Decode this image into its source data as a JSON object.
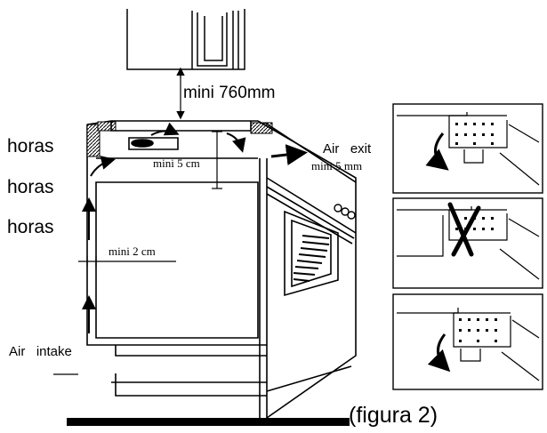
{
  "labels": {
    "hood_clearance": "mini 760mm",
    "side_word_1": "horas",
    "side_word_2": "horas",
    "side_word_3": "horas",
    "top_gap": "mini 5 cm",
    "air_exit": "Air   exit",
    "exit_gap": "mini 5 mm",
    "back_gap": "mini 2 cm",
    "air_intake": "Air   intake",
    "figure_caption": "(figura 2)"
  },
  "colors": {
    "line": "#000000",
    "background": "#ffffff",
    "insulation_fill": "#888888"
  },
  "icons": {
    "correct_mark": "curved-arrow-icon",
    "wrong_mark": "x-cross-icon"
  }
}
